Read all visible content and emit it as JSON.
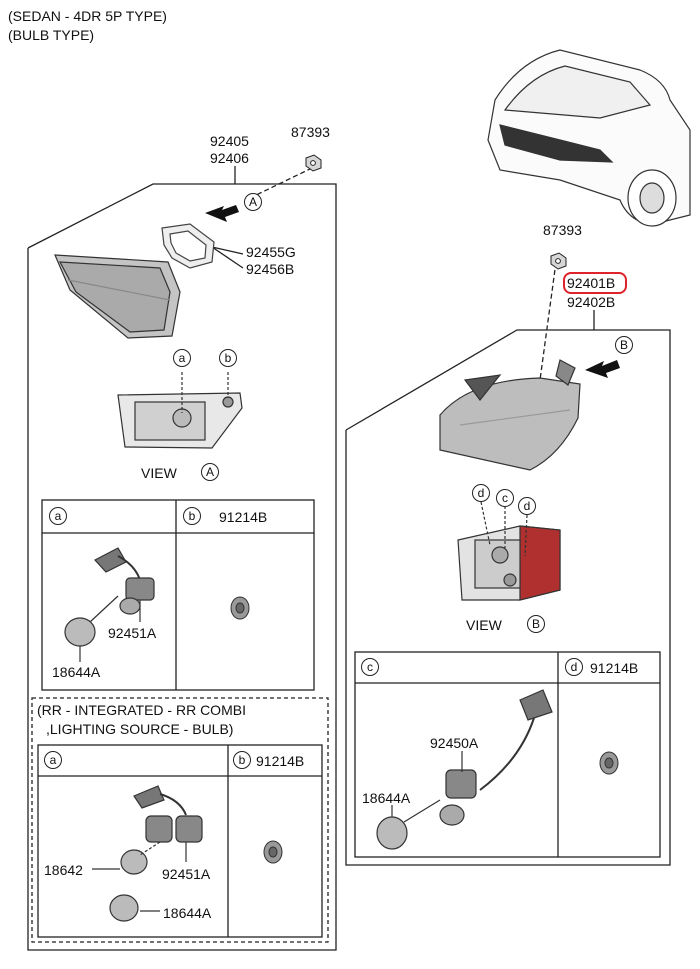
{
  "header": {
    "line1": "(SEDAN - 4DR 5P TYPE)",
    "line2": "(BULB TYPE)"
  },
  "left_assembly": {
    "part_top": "92405",
    "part_bottom": "92406",
    "nut_part": "87393",
    "gasket_top": "92455G",
    "gasket_bottom": "92456B",
    "view_callout": "A",
    "view_label": "VIEW",
    "socket_callout_a": "a",
    "socket_callout_b": "b"
  },
  "left_table": {
    "col_a": "a",
    "col_b": "b",
    "col_b_part": "91214B",
    "socket_part": "92451A",
    "bulb_part": "18644A"
  },
  "integrated": {
    "title_line1": "(RR - INTEGRATED - RR COMBI",
    "title_line2": ",LIGHTING SOURCE - BULB)",
    "col_a": "a",
    "col_b": "b",
    "col_b_part": "91214B",
    "bulb_a": "18642",
    "socket_part": "92451A",
    "bulb_b": "18644A"
  },
  "right_assembly": {
    "nut_part": "87393",
    "part_top": "92401B",
    "part_bottom": "92402B",
    "view_callout": "B",
    "view_label": "VIEW",
    "callout_d1": "d",
    "callout_c": "c",
    "callout_d2": "d"
  },
  "right_table": {
    "col_c": "c",
    "col_d": "d",
    "col_d_part": "91214B",
    "socket_part": "92450A",
    "bulb_part": "18644A"
  },
  "colors": {
    "highlight": "#e0222a",
    "line": "#222222",
    "lens": "#bdbdbd"
  }
}
